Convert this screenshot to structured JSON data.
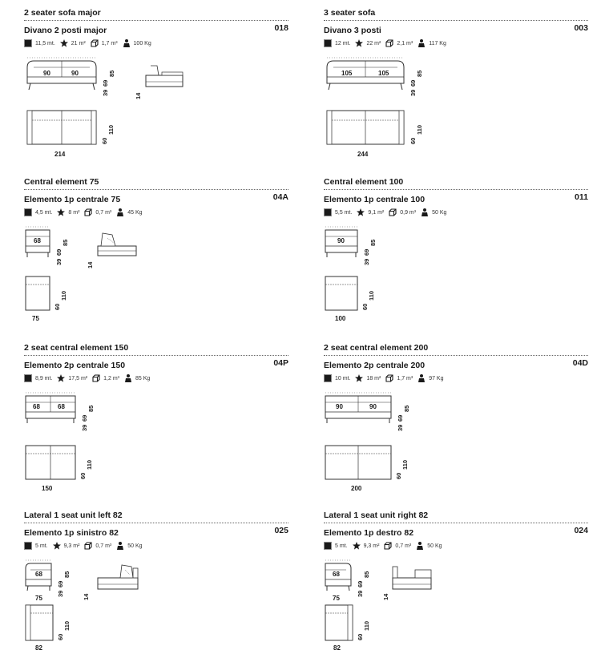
{
  "products": [
    {
      "title_en": "2 seater sofa major",
      "title_it": "Divano 2 posti major",
      "code": "018",
      "specs": {
        "fabric": "11,5 mt.",
        "leather": "21 m²",
        "volume": "1,7 m³",
        "weight": "100 Kg"
      },
      "seat_widths": [
        "90",
        "90"
      ],
      "height_dims": [
        "39",
        "69",
        "85"
      ],
      "arm_dim": "14",
      "depth_dims": [
        "60",
        "110"
      ],
      "total_width": "214"
    },
    {
      "title_en": "3 seater sofa",
      "title_it": "Divano 3 posti",
      "code": "003",
      "specs": {
        "fabric": "12 mt.",
        "leather": "22 m²",
        "volume": "2,1 m³",
        "weight": "117 Kg"
      },
      "seat_widths": [
        "105",
        "105"
      ],
      "height_dims": [
        "39",
        "69",
        "85"
      ],
      "depth_dims": [
        "60",
        "110"
      ],
      "total_width": "244"
    },
    {
      "title_en": "Central element 75",
      "title_it": "Elemento 1p centrale 75",
      "code": "04A",
      "specs": {
        "fabric": "4,5 mt.",
        "leather": "8 m²",
        "volume": "0,7 m³",
        "weight": "45 Kg"
      },
      "seat_widths": [
        "68"
      ],
      "height_dims": [
        "39",
        "69",
        "85"
      ],
      "arm_dim": "14",
      "depth_dims": [
        "60",
        "110"
      ],
      "total_width": "75"
    },
    {
      "title_en": "Central element 100",
      "title_it": "Elemento 1p centrale 100",
      "code": "011",
      "specs": {
        "fabric": "5,5 mt.",
        "leather": "9,1 m²",
        "volume": "0,9 m³",
        "weight": "50 Kg"
      },
      "seat_widths": [
        "90"
      ],
      "height_dims": [
        "39",
        "69",
        "85"
      ],
      "depth_dims": [
        "60",
        "110"
      ],
      "total_width": "100"
    },
    {
      "title_en": "2 seat central element 150",
      "title_it": "Elemento 2p centrale 150",
      "code": "04P",
      "specs": {
        "fabric": "8,9 mt.",
        "leather": "17,5 m²",
        "volume": "1,2 m³",
        "weight": "85 Kg"
      },
      "seat_widths": [
        "68",
        "68"
      ],
      "height_dims": [
        "39",
        "69",
        "85"
      ],
      "depth_dims": [
        "60",
        "110"
      ],
      "total_width": "150"
    },
    {
      "title_en": "2 seat central element 200",
      "title_it": "Elemento 2p centrale 200",
      "code": "04D",
      "specs": {
        "fabric": "10 mt.",
        "leather": "18 m²",
        "volume": "1,7 m³",
        "weight": "97 Kg"
      },
      "seat_widths": [
        "90",
        "90"
      ],
      "height_dims": [
        "39",
        "69",
        "85"
      ],
      "depth_dims": [
        "60",
        "110"
      ],
      "total_width": "200"
    },
    {
      "title_en": "Lateral 1 seat unit left 82",
      "title_it": "Elemento 1p sinistro 82",
      "code": "025",
      "specs": {
        "fabric": "5 mt.",
        "leather": "9,3 m²",
        "volume": "0,7 m³",
        "weight": "50 Kg"
      },
      "seat_widths": [
        "68"
      ],
      "front_width": "75",
      "height_dims": [
        "39",
        "69",
        "85"
      ],
      "arm_dim": "14",
      "depth_dims": [
        "60",
        "110"
      ],
      "total_width": "82"
    },
    {
      "title_en": "Lateral 1 seat unit right 82",
      "title_it": "Elemento 1p destro 82",
      "code": "024",
      "specs": {
        "fabric": "5 mt.",
        "leather": "9,3 m²",
        "volume": "0,7 m³",
        "weight": "50 Kg"
      },
      "seat_widths": [
        "68"
      ],
      "front_width": "75",
      "height_dims": [
        "39",
        "69",
        "85"
      ],
      "arm_dim": "14",
      "depth_dims": [
        "60",
        "110"
      ],
      "total_width": "82"
    }
  ],
  "icons": {
    "fabric": "fabric-meters-icon",
    "leather": "leather-area-icon",
    "volume": "volume-box-icon",
    "weight": "weight-person-icon"
  }
}
